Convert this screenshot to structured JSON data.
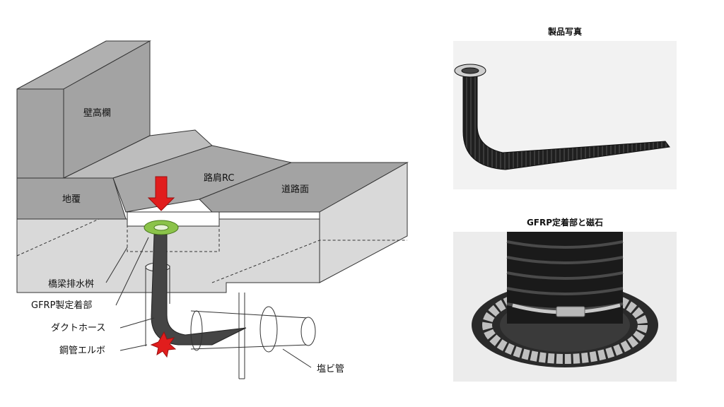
{
  "diagram": {
    "labels": {
      "parapet": "壁高欄",
      "fill": "地覆",
      "shoulder": "路肩RC",
      "road": "道路面",
      "drain_basin": "橋梁排水桝",
      "gfrp_fixing": "GFRP製定着部",
      "duct_hose": "ダクトホース",
      "steel_elbow": "鋼管エルボ",
      "pvc_pipe": "塩ビ管"
    },
    "colors": {
      "concrete_dark": "#a3a3a3",
      "concrete_light": "#d9d9d9",
      "arrow_red": "#e11d1d",
      "ring_green": "#8bc34a",
      "hose": "#454545"
    }
  },
  "photos": {
    "product": {
      "title": "製品写真"
    },
    "magnet": {
      "title": "GFRP定着部と磁石"
    }
  }
}
